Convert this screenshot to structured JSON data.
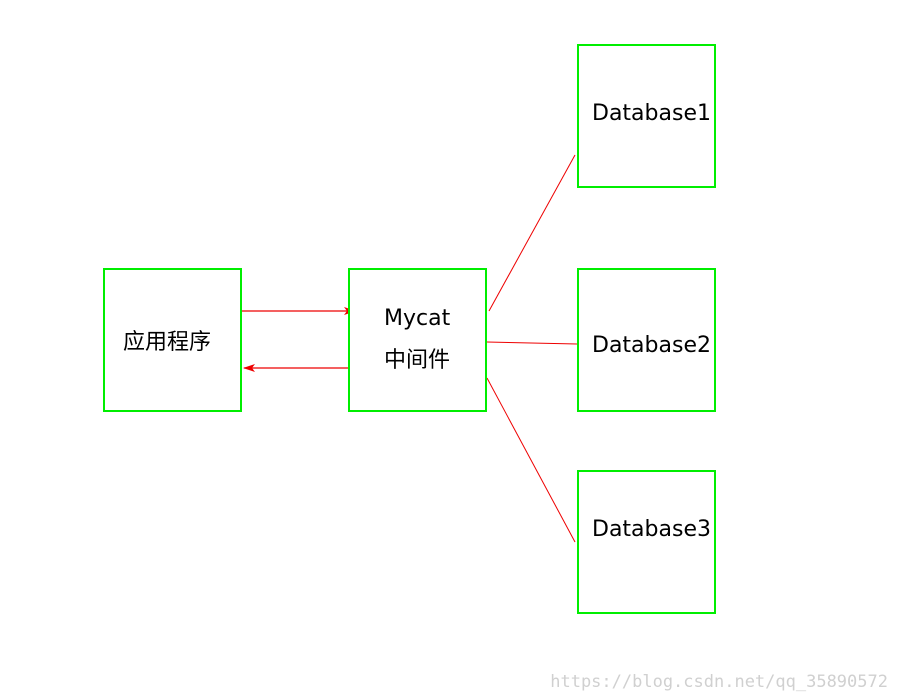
{
  "nodes": {
    "app": {
      "label": "应用程序"
    },
    "mycat": {
      "line1": "Mycat",
      "line2": "中间件"
    },
    "db1": {
      "label": "Database1"
    },
    "db2": {
      "label": "Database2"
    },
    "db3": {
      "label": "Database3"
    }
  },
  "watermark": "https://blog.csdn.net/qq_35890572",
  "colors": {
    "box_border": "#00ee00",
    "connector": "#ee0000",
    "text": "#000000"
  }
}
